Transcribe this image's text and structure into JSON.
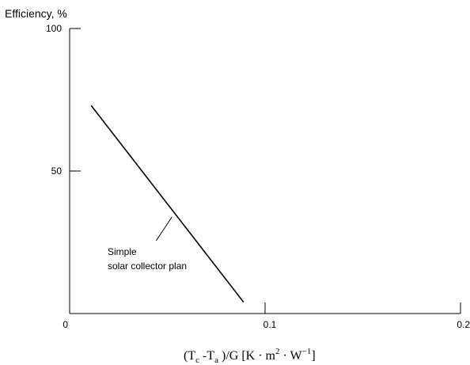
{
  "chart_data": {
    "type": "line",
    "ylabel": "Efficiency, %",
    "xlabel": {
      "main": "(T",
      "sub1": "c",
      "mid": " -T",
      "sub2": "a",
      "tail": " )/G  [K · m",
      "sup1": "2",
      "tail2": " · W",
      "sup2": "−1",
      "end": "]"
    },
    "xlim": [
      0,
      0.2
    ],
    "ylim": [
      0,
      100
    ],
    "x_ticks": [
      {
        "value": 0,
        "label": "0"
      },
      {
        "value": 0.1,
        "label": "0.1"
      },
      {
        "value": 0.2,
        "label": "0.2"
      }
    ],
    "y_ticks": [
      {
        "value": 100,
        "label": "100"
      },
      {
        "value": 50,
        "label": "50"
      }
    ],
    "grid": false,
    "series": [
      {
        "x": [
          0.011,
          0.089
        ],
        "y": [
          73,
          4
        ],
        "color": "#000000"
      }
    ],
    "annotation": {
      "lines": [
        "Simple",
        "solar collector plan"
      ],
      "point_x": 0.054,
      "point_y": 35
    }
  }
}
